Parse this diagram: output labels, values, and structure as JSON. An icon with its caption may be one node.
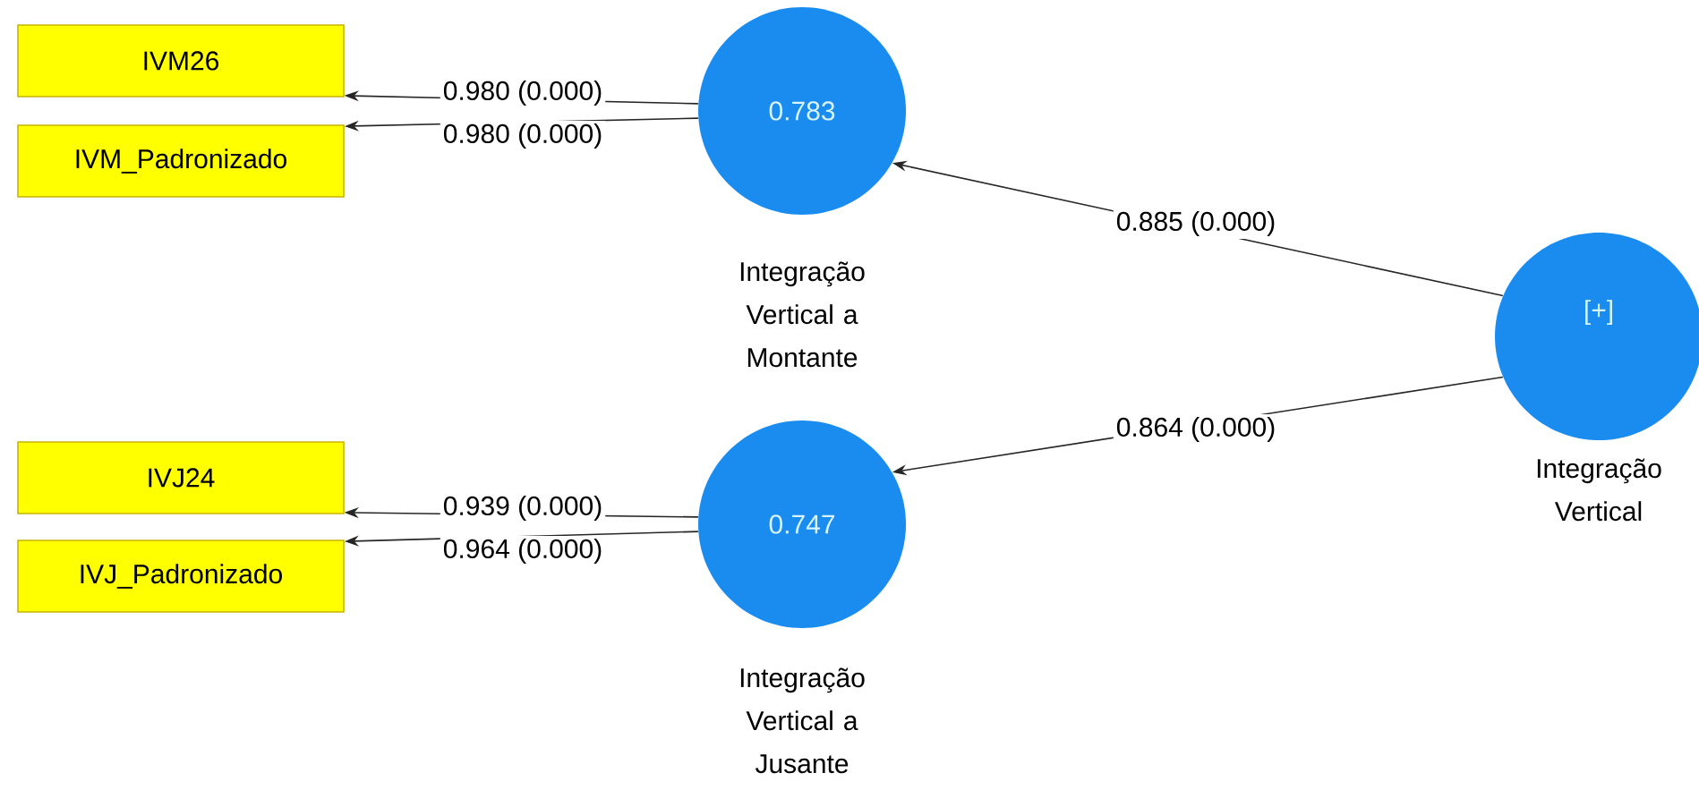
{
  "diagram": {
    "nodes": [
      {
        "text": [
          "IVM26"
        ]
      },
      {
        "text": [
          "IVM_Padronizado"
        ]
      },
      {
        "text": [
          "0.783"
        ],
        "beside": [
          "Integração Vertical a Montante"
        ]
      },
      {
        "text": [
          "IVJ24"
        ]
      },
      {
        "text": [
          "IVJ_Padronizado"
        ]
      },
      {
        "text": [
          "0.747"
        ],
        "beside": [
          "Integração Vertical a Jusante"
        ]
      },
      {
        "text": [
          "[+]"
        ],
        "beside": [
          "Integração Vertical"
        ]
      }
    ],
    "edges": [
      {
        "from": 2,
        "to": 0,
        "arrow": "to",
        "label": "0.980 (0.000)"
      },
      {
        "from": 2,
        "to": 1,
        "arrow": "to",
        "label": "0.980 (0.000)"
      },
      {
        "from": 5,
        "to": 3,
        "arrow": "to",
        "label": "0.939 (0.000)"
      },
      {
        "from": 5,
        "to": 4,
        "arrow": "to",
        "label": "0.964 (0.000)"
      },
      {
        "from": 6,
        "to": 2,
        "arrow": "to",
        "label": "0.885 (0.000)"
      },
      {
        "from": 6,
        "to": 5,
        "arrow": "to",
        "label": "0.864 (0.000)"
      }
    ]
  }
}
